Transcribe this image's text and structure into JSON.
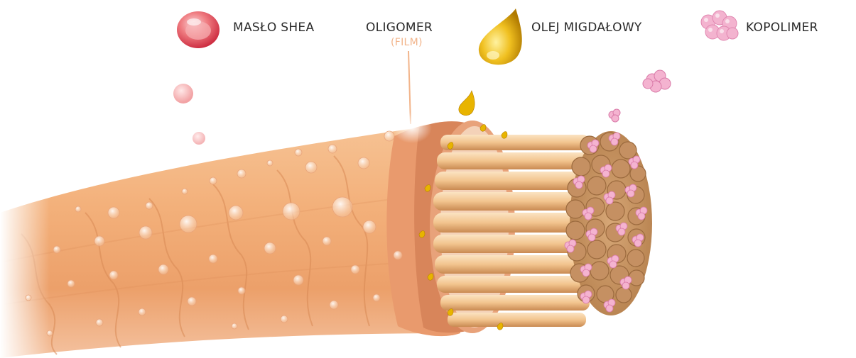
{
  "legend": {
    "shea_butter": "MASŁO SHEA",
    "oligomer": "OLIGOMER",
    "oligomer_sub": "(FILM)",
    "almond_oil": "OLEJ MIGDAŁOWY",
    "copolymer": "KOPOLIMER"
  },
  "icons": {
    "shea": "shea-butter-droplet-icon",
    "oil": "oil-drop-icon",
    "copolymer": "copolymer-cluster-icon"
  },
  "colors": {
    "hair_outer": "#f0a874",
    "hair_light": "#f8c99e",
    "film": "#e8a27a",
    "cortex": "#f1c89a",
    "oil": "#e8b400",
    "shea": "#e04e58",
    "copolymer": "#f2a6c9"
  }
}
